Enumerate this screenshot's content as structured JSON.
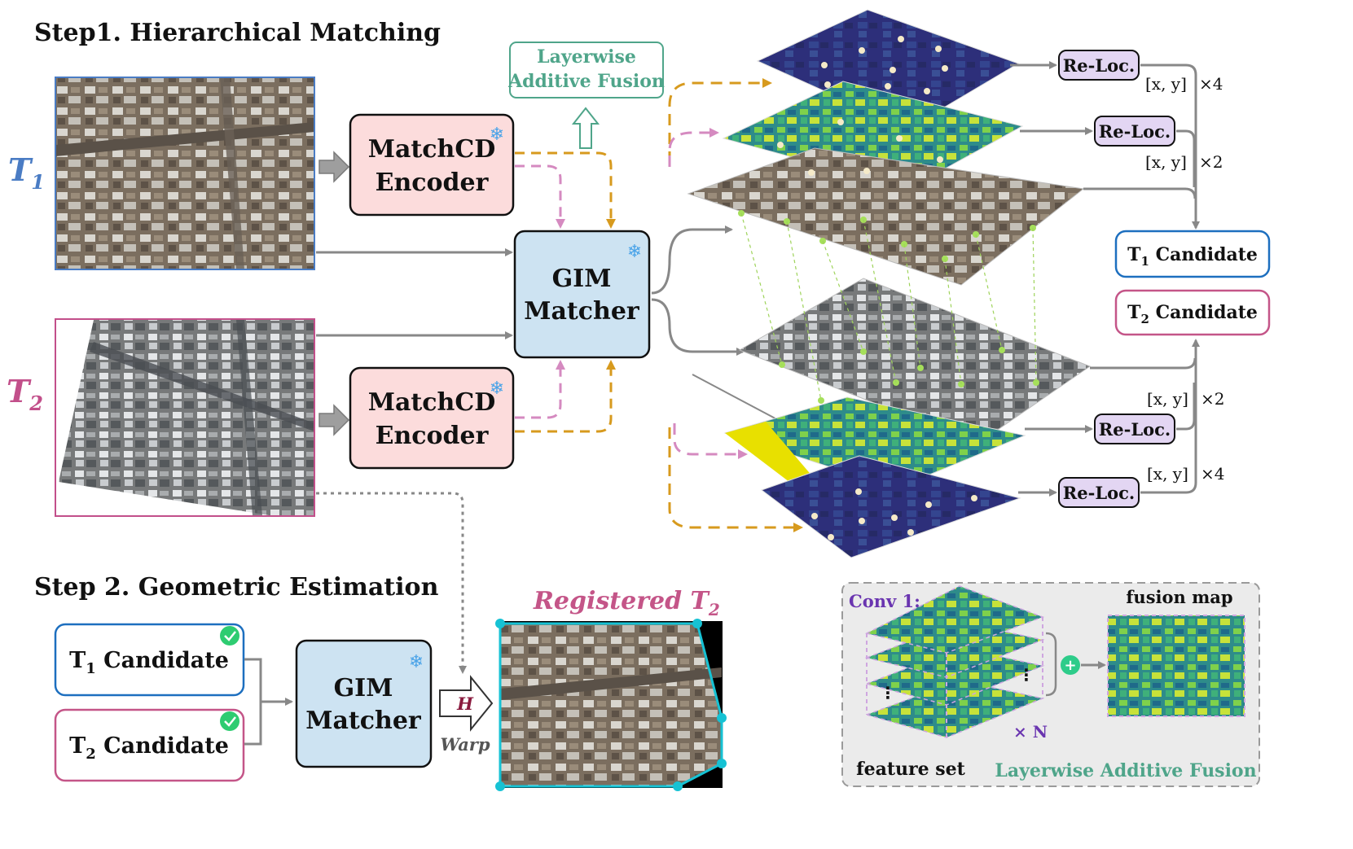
{
  "step1": {
    "title": "Step1. Hierarchical Matching"
  },
  "step2": {
    "title": "Step 2. Geometric Estimation"
  },
  "labels": {
    "t1": "T",
    "t1_sub": "1",
    "t2": "T",
    "t2_sub": "2"
  },
  "encoder_top": {
    "line1": "MatchCD",
    "line2": "Encoder"
  },
  "encoder_bottom": {
    "line1": "MatchCD",
    "line2": "Encoder"
  },
  "gim_main": {
    "line1": "GIM",
    "line2": "Matcher"
  },
  "gim_step2": {
    "line1": "GIM",
    "line2": "Matcher"
  },
  "fusion_box": {
    "line1": "Layerwise",
    "line2": "Additive Fusion"
  },
  "reloc": [
    "Re-Loc.",
    "Re-Loc.",
    "Re-Loc.",
    "Re-Loc."
  ],
  "coord": [
    "[x, y]",
    "[x, y]",
    "[x, y]",
    "[x, y]"
  ],
  "mult": [
    "×4",
    "×2",
    "×2",
    "×4"
  ],
  "cand_t1": {
    "prefix": "T",
    "sub": "1",
    "suffix": " Candidate"
  },
  "cand_t2": {
    "prefix": "T",
    "sub": "2",
    "suffix": " Candidate"
  },
  "registered": {
    "text": "Registered T",
    "sub": "2"
  },
  "warp": {
    "h": "H",
    "label": "Warp"
  },
  "inset": {
    "conv_label": "Conv 1:",
    "fusion_map": "fusion map",
    "feature_set": "feature set",
    "times_n": "× N",
    "caption": "Layerwise Additive Fusion",
    "plus": "+"
  },
  "colors": {
    "t1_blue": "#4a7cc4",
    "t2_pink": "#c24f8a",
    "encoder_fill": "#fcdcdc",
    "gim_fill": "#cde3f2",
    "reloc_fill": "#e3d6f3",
    "fusion_green": "#4fa58a",
    "pink_dash": "#d58ac0",
    "orange_dash": "#d79a1e",
    "cand_blue": "#1d6fbf",
    "cand_pink": "#c45588",
    "inset_purple": "#6a35b0",
    "check_green": "#2ecc71",
    "arrow_gray": "#888888"
  }
}
